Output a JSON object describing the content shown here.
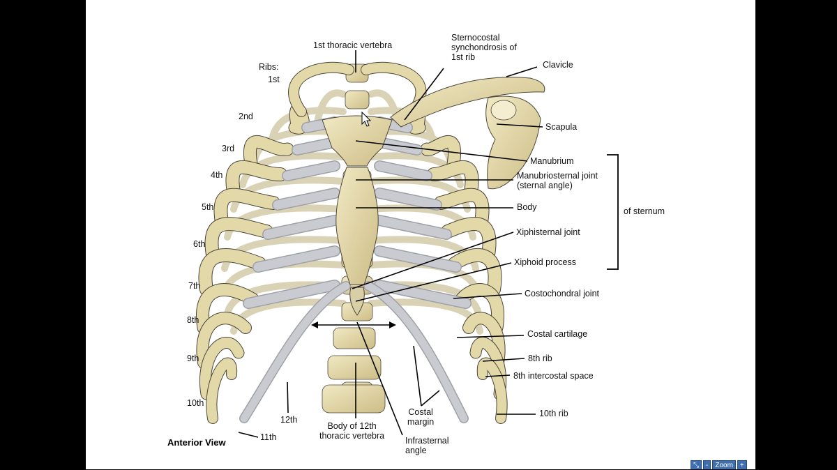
{
  "labels": {
    "thoracic_vertebra_1": "1st thoracic vertebra",
    "sternocostal": "Sternocostal\nsynchondrosis of\n1st rib",
    "clavicle": "Clavicle",
    "scapula": "Scapula",
    "manubrium": "Manubrium",
    "manubriosternal": "Manubriosternal joint\n(sternal angle)",
    "body": "Body",
    "of_sternum": "of sternum",
    "xiphisternal": "Xiphisternal joint",
    "xiphoid": "Xiphoid process",
    "costochondral": "Costochondral joint",
    "costal_cartilage": "Costal cartilage",
    "rib_8": "8th rib",
    "intercostal_8": "8th intercostal space",
    "rib_10": "10th rib",
    "costal_margin": "Costal\nmargin",
    "infrasternal": "Infrasternal\nangle",
    "body_12": "Body of 12th\nthoracic vertebra",
    "rib_12": "12th",
    "rib_11": "11th"
  },
  "ribs_header": "Ribs:",
  "rib_numbers": [
    "1st",
    "2nd",
    "3rd",
    "4th",
    "5th",
    "6th",
    "7th",
    "8th",
    "9th",
    "10th"
  ],
  "view_title": "Anterior View",
  "zoom_controls": {
    "fit": "⤡",
    "minus": "-",
    "zoom": "Zoom",
    "plus": "+"
  },
  "colors": {
    "bone": "#e3d8a8",
    "bone_dark": "#c7b77e",
    "cartilage": "#c9cbd0",
    "cartilage_dark": "#9ea1a8",
    "outline": "#4a4538",
    "background": "#000000"
  }
}
